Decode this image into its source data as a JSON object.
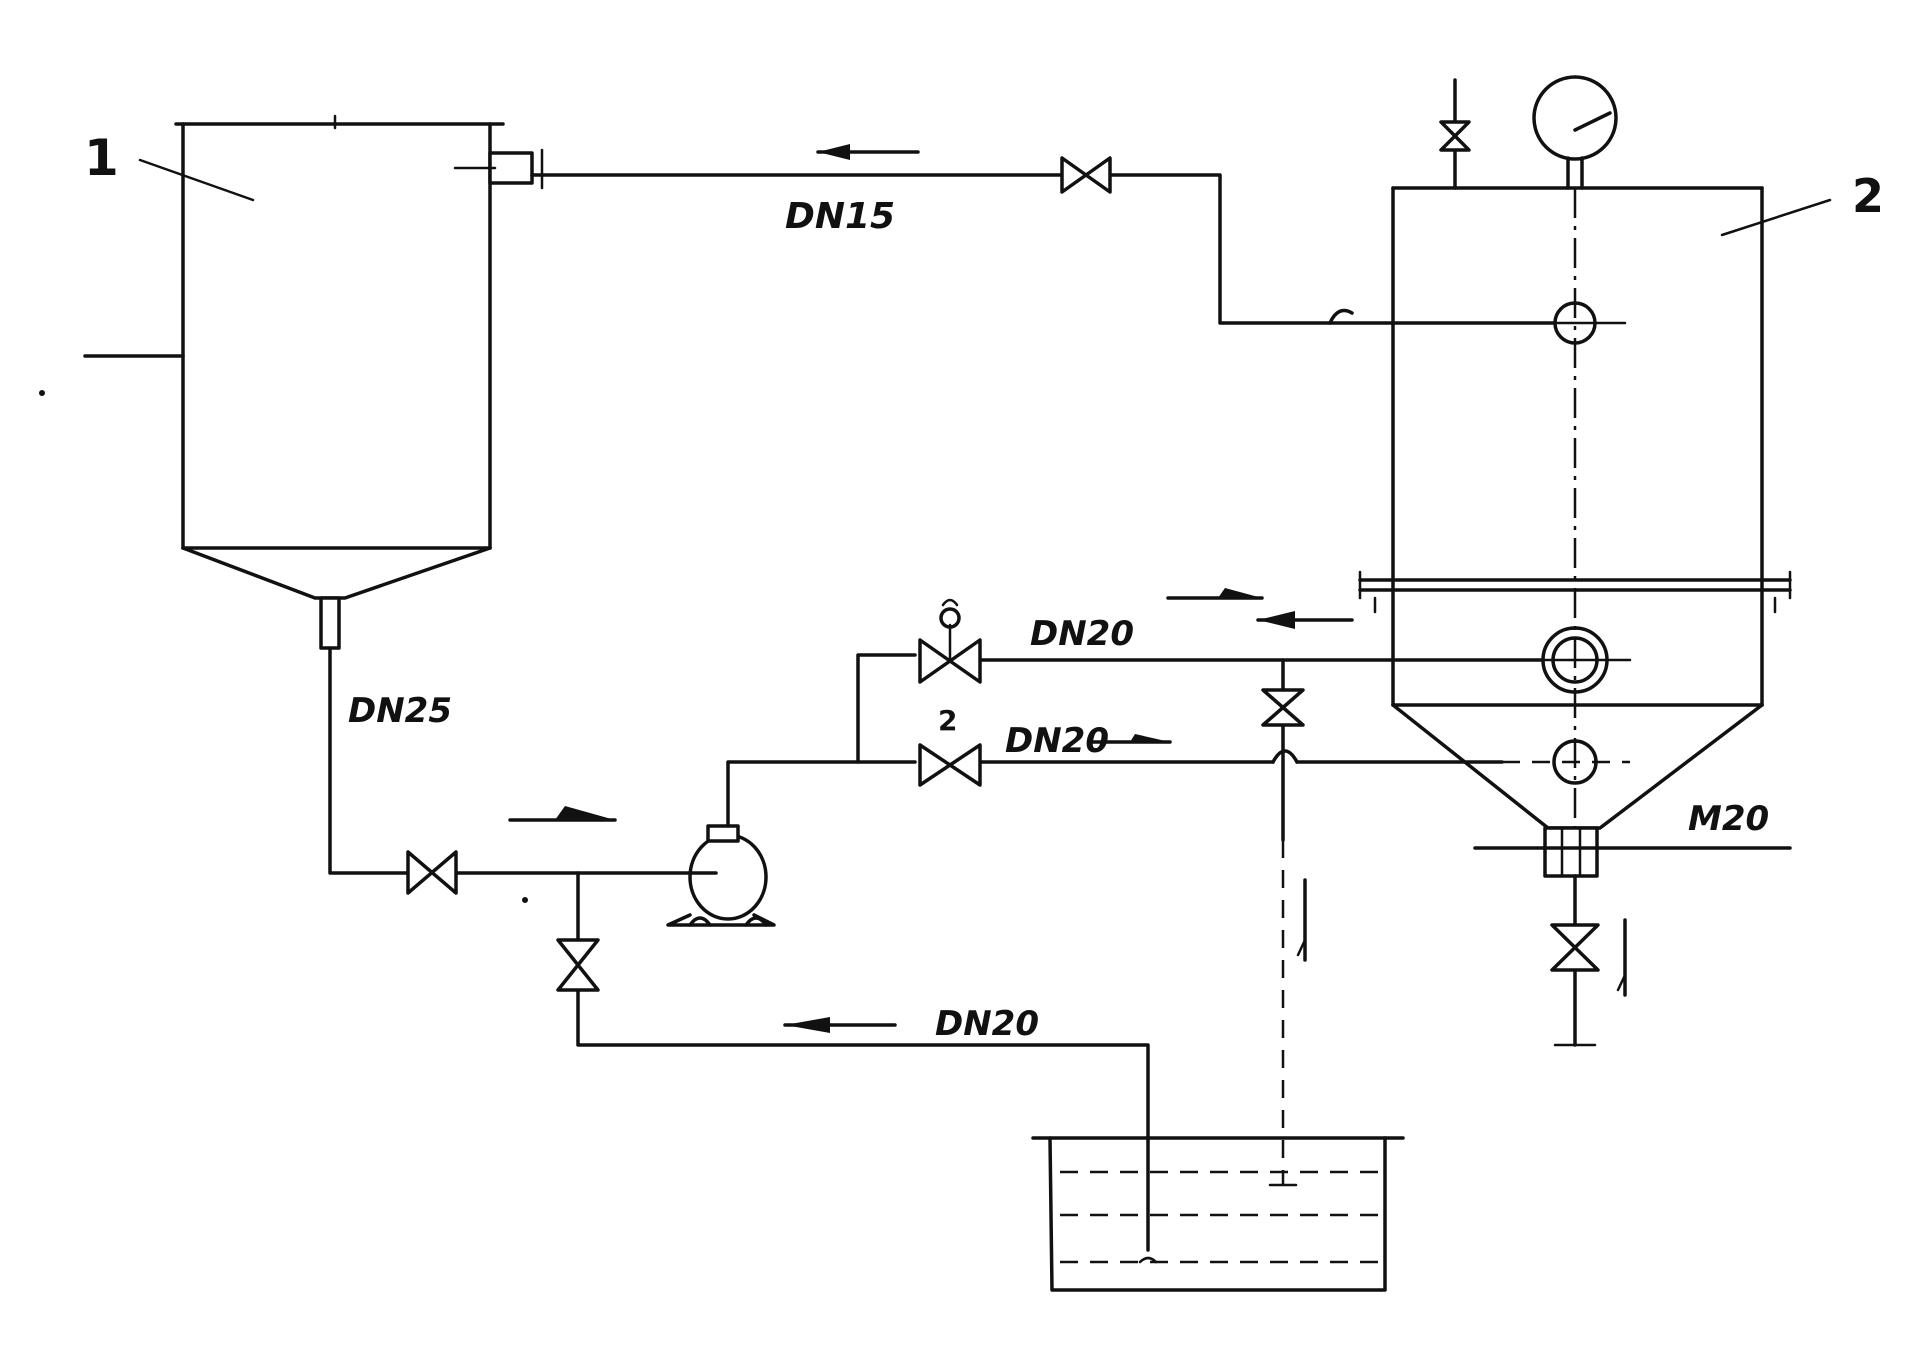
{
  "labels": {
    "vessel_1": "1",
    "vessel_2": "2",
    "valve_2": "2",
    "dn15": "DN15",
    "dn25": "DN25",
    "dn20_upper": "DN20",
    "dn20_middle": "DN20",
    "dn20_return": "DN20",
    "m20": "M20"
  },
  "icons": {
    "valve": "valve-bowtie-icon",
    "pump": "centrifugal-pump-icon",
    "gauge": "pressure-gauge-icon",
    "arrow": "flow-arrow-icon"
  }
}
